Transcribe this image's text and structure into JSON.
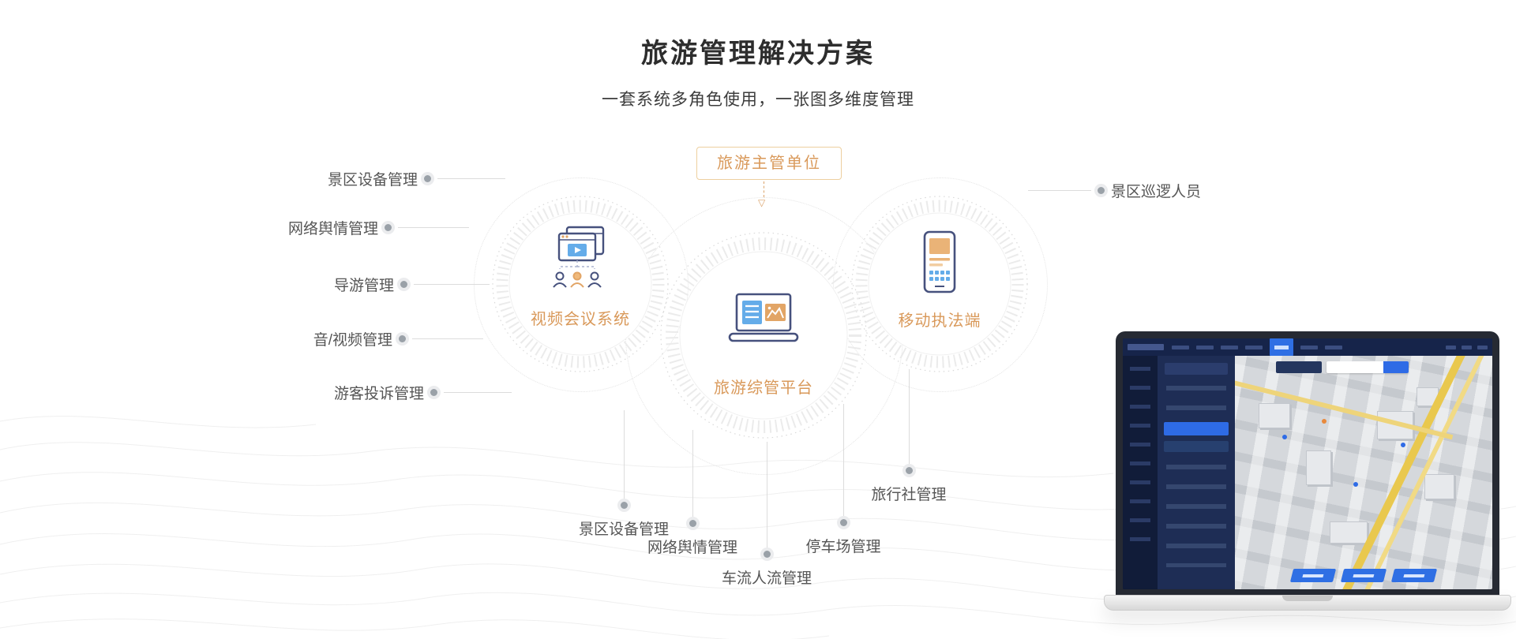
{
  "header": {
    "title": "旅游管理解决方案",
    "subtitle": "一套系统多角色使用，一张图多维度管理"
  },
  "diagram": {
    "top_node": "旅游主管单位",
    "arrow_glyph": "▽",
    "nodes": {
      "video_system": "视频会议系统",
      "platform": "旅游综管平台",
      "mobile_enforcement": "移动执法端"
    },
    "left_labels": [
      "景区设备管理",
      "网络舆情管理",
      "导游管理",
      "音/视频管理",
      "游客投诉管理"
    ],
    "right_labels": [
      "景区巡逻人员"
    ],
    "bottom_labels": [
      "景区设备管理",
      "网络舆情管理",
      "车流人流管理",
      "停车场管理",
      "旅行社管理"
    ],
    "icons": {
      "video_system": "video-conference-window-with-participants",
      "platform": "laptop-with-list-and-chart",
      "mobile_enforcement": "smartphone-with-forms"
    }
  },
  "colors": {
    "accent_orange": "#D9995A",
    "icon_navy": "#46517D",
    "icon_blue": "#64ACE9",
    "label_gray": "#555555",
    "line_gray": "#DDDDDD",
    "dashboard_blue": "#2F6FE4"
  },
  "laptop_preview": {
    "content": "smart-tourism-dashboard-with-3d-map"
  }
}
